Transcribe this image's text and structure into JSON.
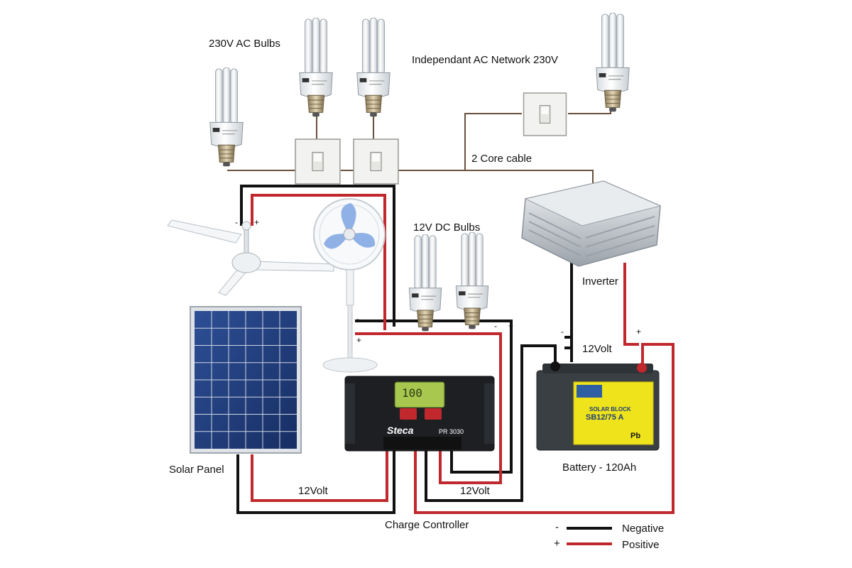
{
  "labels": {
    "ac_bulbs": "230V AC Bulbs",
    "ac_network": "Independant AC Network 230V",
    "core_cable": "2 Core cable",
    "dc_bulbs": "12V DC Bulbs",
    "inverter": "Inverter",
    "battery_voltage": "12Volt",
    "solar_panel": "Solar Panel",
    "panel_voltage": "12Volt",
    "controller_voltage": "12Volt",
    "battery": "Battery - 120Ah",
    "charge_controller": "Charge Controller"
  },
  "legend": {
    "negative_sign": "-",
    "negative": "Negative",
    "positive_sign": "+",
    "positive": "Positive"
  },
  "controller": {
    "brand": "Steca",
    "model": "PR 3030",
    "display": "100"
  },
  "battery_label": {
    "line1": "SOLAR BLOCK",
    "line2": "SB12/75 A",
    "chem": "Pb"
  },
  "polarity": {
    "minus": "-",
    "plus": "+"
  },
  "colors": {
    "negative_wire": "#111111",
    "positive_wire": "#c0282d",
    "ac_wire": "#6b4f3a"
  }
}
